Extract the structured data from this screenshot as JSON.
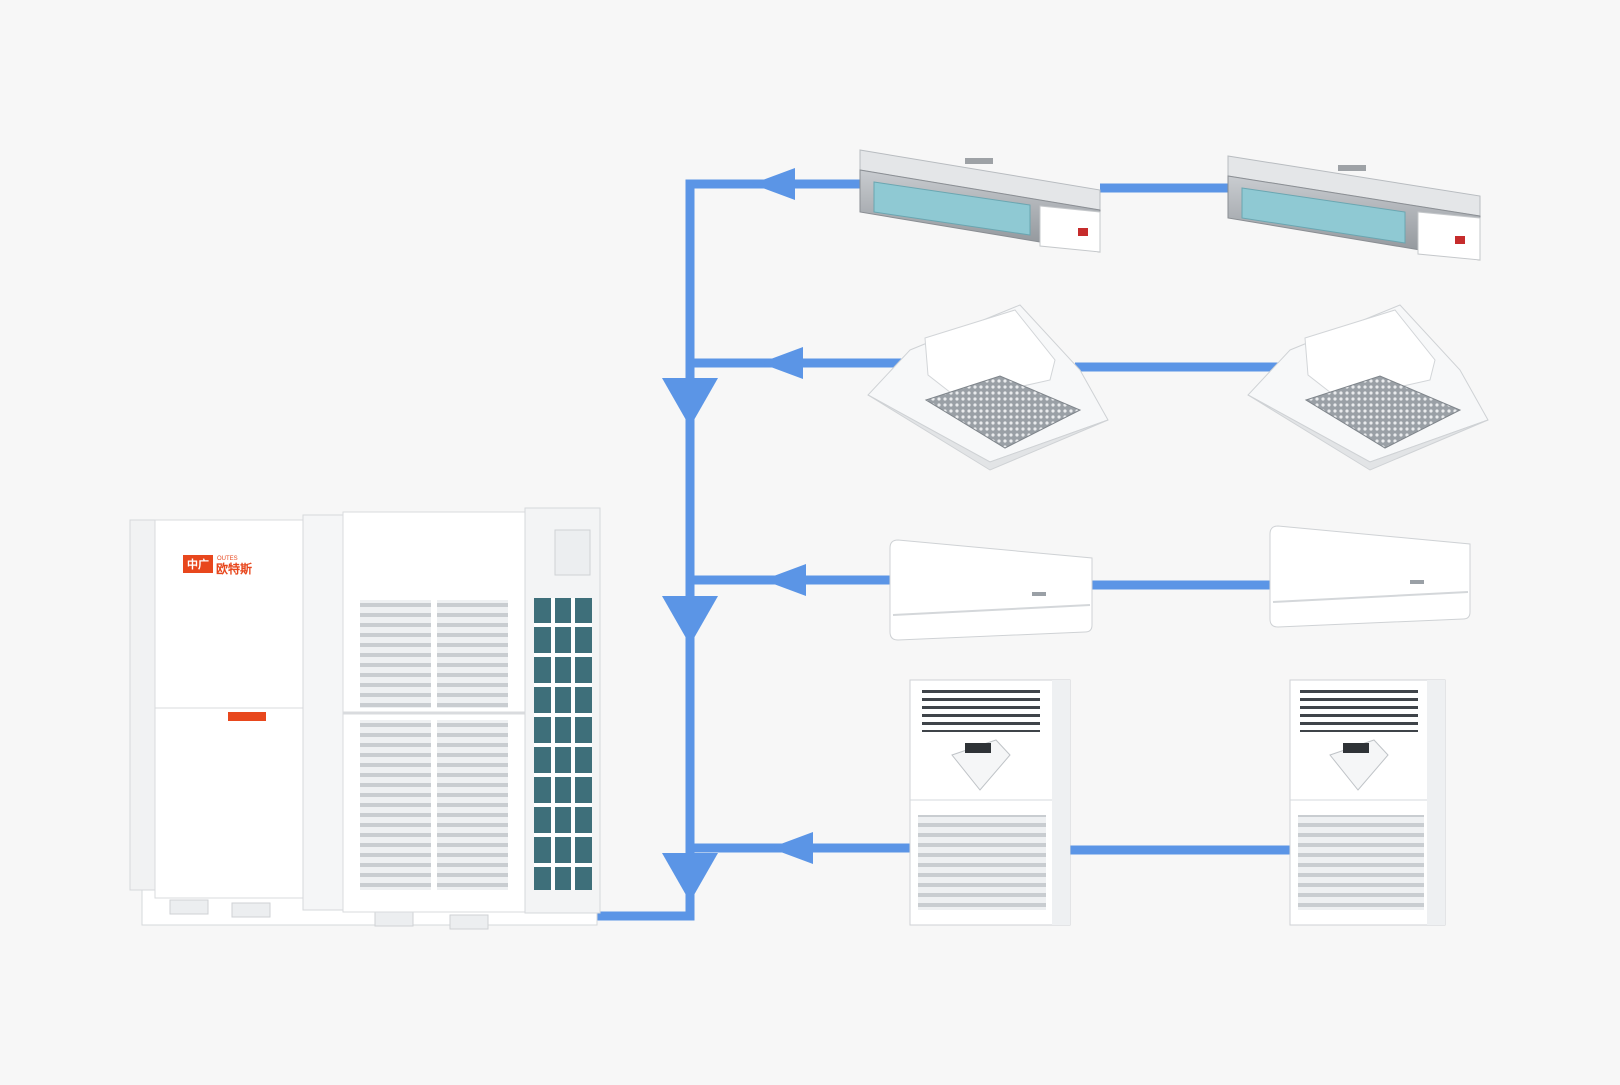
{
  "colors": {
    "background": "#f7f7f7",
    "pipe": "#5b95e6",
    "brand_red": "#e8471d",
    "unit_white": "#ffffff",
    "unit_grey": "#d9dbde",
    "duct_metal": "#a9adb2",
    "coil_teal": "#8fc9d3"
  },
  "outdoor_unit": {
    "brand_cn": "中广",
    "brand_en": "OUTES",
    "brand_name": "欧特斯",
    "label_icon": "red-rating-label"
  },
  "indoor_units": [
    {
      "type": "ducted",
      "icon": "ducted-unit-icon",
      "count": 2
    },
    {
      "type": "cassette",
      "icon": "cassette-unit-icon",
      "count": 2
    },
    {
      "type": "wall-mounted",
      "icon": "wall-split-icon",
      "count": 2
    },
    {
      "type": "floor-standing",
      "icon": "floor-cabinet-icon",
      "count": 2
    }
  ],
  "flow": {
    "direction": "indoor-to-outdoor",
    "arrow_icon": "flow-arrow-icon"
  }
}
